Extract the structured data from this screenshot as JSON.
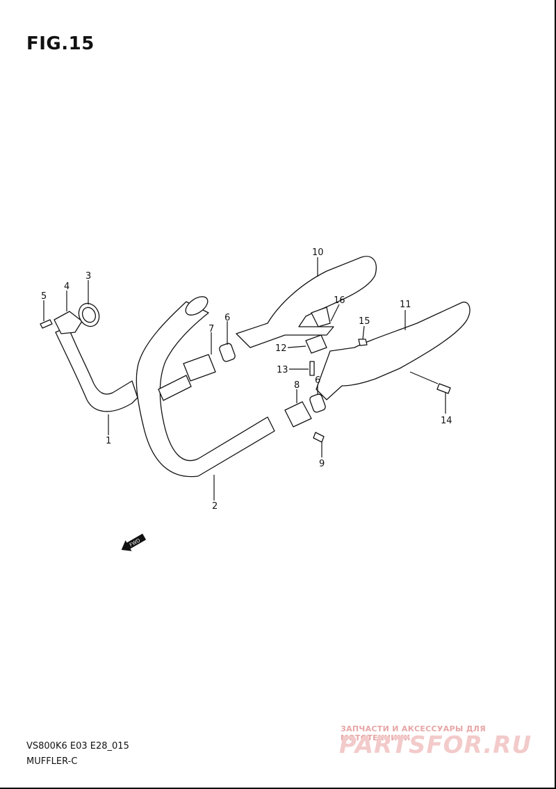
{
  "figure_title": "FIG.15",
  "callouts": [
    "1",
    "2",
    "3",
    "4",
    "5",
    "6",
    "7",
    "8",
    "9",
    "10",
    "11",
    "12",
    "13",
    "14",
    "15",
    "16",
    "6"
  ],
  "fwd_label": "FWD",
  "footer": {
    "model_code": "VS800K6 E03 E28_015",
    "section_name": "MUFFLER-C"
  },
  "watermark": {
    "tagline": "ЗАПЧАСТИ И АКСЕССУАРЫ ДЛЯ МОТОТЕХНИКИ",
    "logo": "PARTSFOR.RU"
  }
}
